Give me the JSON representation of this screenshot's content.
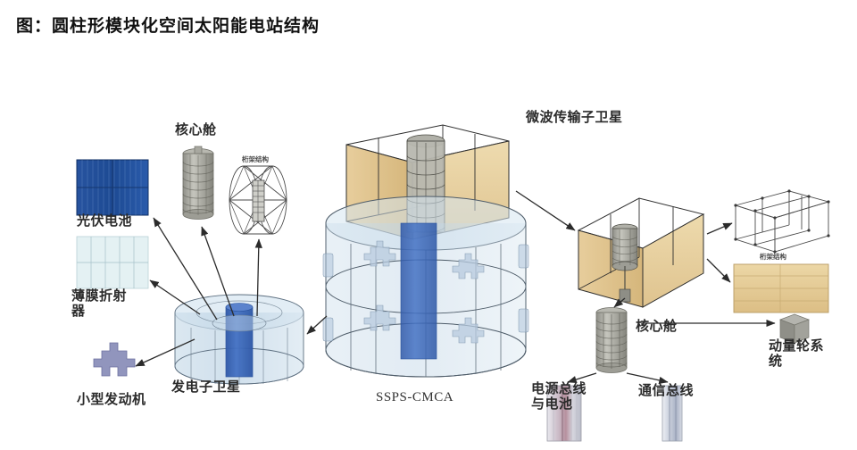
{
  "figure": {
    "title": "图：圆柱形模块化空间太阳能电站结构"
  },
  "labels": {
    "pv_cell": "光伏电池",
    "core_module_left": "核心舱",
    "truss_left": "桁架结构",
    "film_refractor": "薄膜折射\n器",
    "small_engine": "小型发动机",
    "power_sat": "发电子卫星",
    "main_assembly": "SSPS-CMCA",
    "microwave_sat": "微波传输子卫星",
    "truss_right": "桁架结构",
    "core_module_right": "核心舱",
    "momentum_wheel": "动量轮系\n统",
    "power_bus": "电源总线\n与电池",
    "comm_bus": "通信总线"
  },
  "colors": {
    "pv_blue": "#1f4e9c",
    "pv_blue_dark": "#163a78",
    "film_cyan": "#dff0f2",
    "tan": "#e3c893",
    "tan_dark": "#c9a96a",
    "cyl_blue": "#c3d6e8",
    "core_blue": "#3f6fc0",
    "gray_module": "#9a9a94",
    "line": "#3a3a3a",
    "engine": "#8f93bb",
    "bus_power": "#cfd3dc",
    "bus_comm": "#d9dde6",
    "wheel": "#9a9a9a"
  }
}
